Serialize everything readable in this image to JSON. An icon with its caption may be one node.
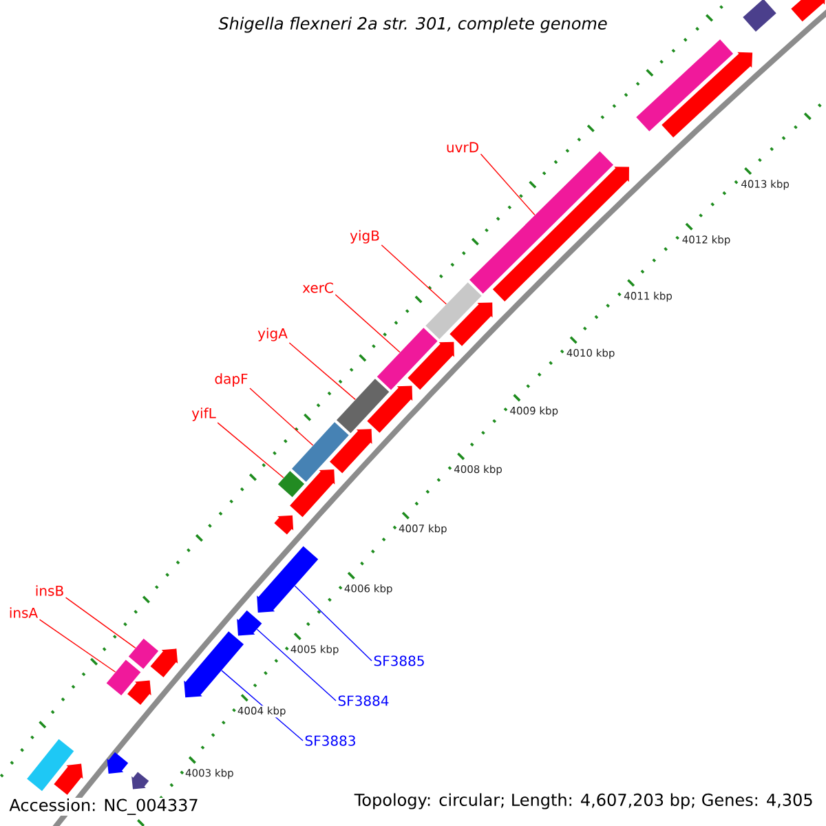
{
  "diagram": {
    "title": "Shigella flexneri 2a str. 301, complete genome",
    "nodes": [
      {
        "text": [
          "uvrD"
        ]
      },
      {
        "text": [
          "yigB"
        ]
      },
      {
        "text": [
          "xerC"
        ]
      },
      {
        "text": [
          "yigA"
        ]
      },
      {
        "text": [
          "dapF"
        ]
      },
      {
        "text": [
          "yifL"
        ]
      },
      {
        "text": [
          "insB"
        ]
      },
      {
        "text": [
          "insA"
        ]
      },
      {
        "text": [
          "SF3885"
        ]
      },
      {
        "text": [
          "SF3884"
        ]
      },
      {
        "text": [
          "SF3883"
        ]
      },
      {
        "text": [],
        "shape": "bar"
      },
      {
        "text": [],
        "shape": "bar"
      },
      {
        "text": [],
        "shape": "bar"
      },
      {
        "text": [],
        "shape": "bar"
      },
      {
        "text": [],
        "shape": "bar"
      },
      {
        "text": [],
        "shape": "bar"
      },
      {
        "text": [],
        "shape": "bar"
      },
      {
        "text": [],
        "shape": "bar"
      },
      {
        "text": [],
        "shape": "bar"
      },
      {
        "text": [],
        "shape": "bar"
      },
      {
        "text": [],
        "shape": "bar"
      },
      {
        "text": [],
        "shape": "arrow"
      },
      {
        "text": [],
        "shape": "arrow"
      },
      {
        "text": [],
        "shape": "arrow"
      },
      {
        "text": [],
        "shape": "arrow"
      },
      {
        "text": [],
        "shape": "arrow"
      },
      {
        "text": [],
        "shape": "arrow"
      },
      {
        "text": [],
        "shape": "arrow"
      },
      {
        "text": [],
        "shape": "arrow"
      },
      {
        "text": [],
        "shape": "arrow"
      },
      {
        "text": [],
        "shape": "arrow"
      },
      {
        "text": [],
        "shape": "arrow"
      },
      {
        "text": [],
        "shape": "arrow"
      },
      {
        "text": [],
        "shape": "arrow"
      },
      {
        "text": [],
        "shape": "arrow"
      },
      {
        "text": [],
        "shape": "arrow"
      },
      {
        "text": [],
        "shape": "arrow"
      },
      {
        "text": [],
        "shape": "arrow"
      }
    ],
    "edges": [
      {
        "from": 0,
        "to": 13,
        "arrow": "none"
      },
      {
        "from": 1,
        "to": 14,
        "arrow": "none"
      },
      {
        "from": 2,
        "to": 15,
        "arrow": "none"
      },
      {
        "from": 3,
        "to": 16,
        "arrow": "none"
      },
      {
        "from": 4,
        "to": 17,
        "arrow": "none"
      },
      {
        "from": 5,
        "to": 18,
        "arrow": "none"
      },
      {
        "from": 6,
        "to": 19,
        "arrow": "none"
      },
      {
        "from": 7,
        "to": 20,
        "arrow": "none"
      },
      {
        "from": 8,
        "to": 36,
        "arrow": "none",
        "color": "#0000ff"
      },
      {
        "from": 9,
        "to": 35,
        "arrow": "none",
        "color": "#0000ff"
      },
      {
        "from": 10,
        "to": 34,
        "arrow": "none",
        "color": "#0000ff"
      }
    ],
    "labels": [
      "4013 kbp",
      "4012 kbp",
      "4011 kbp",
      "4010 kbp",
      "4009 kbp",
      "4008 kbp",
      "4007 kbp",
      "4006 kbp",
      "4005 kbp",
      "4004 kbp",
      "4003 kbp",
      "Accession: NC_004337",
      "Topology: circular; Length: 4,607,203 bp; Genes: 4,305"
    ]
  }
}
